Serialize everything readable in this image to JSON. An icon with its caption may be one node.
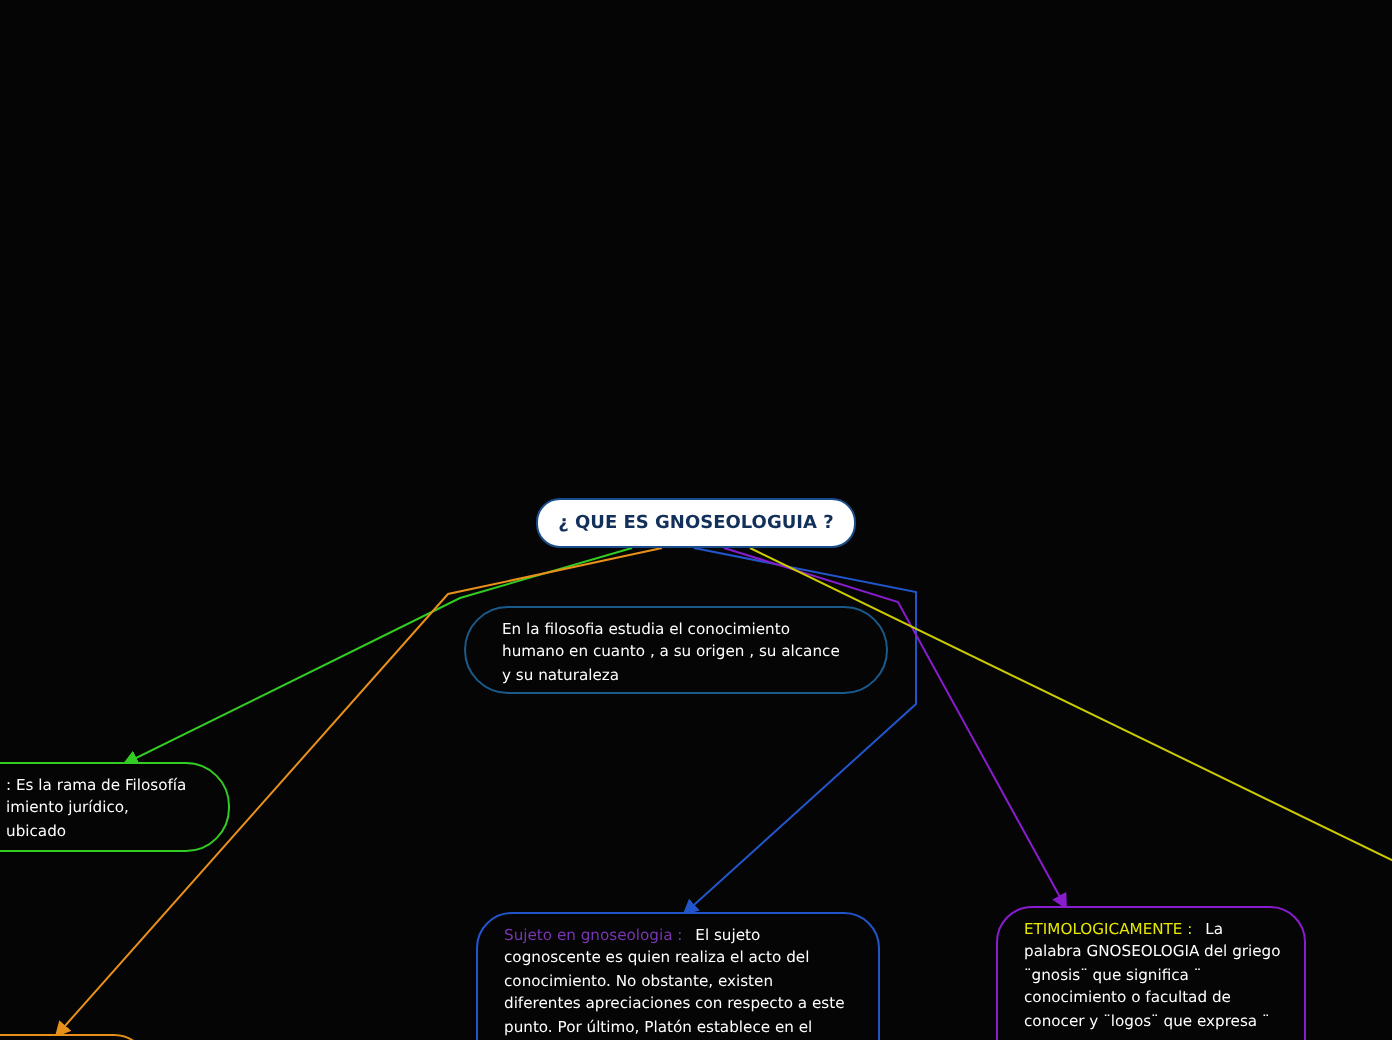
{
  "diagram": {
    "nodes": [
      {
        "text": [
          "¿ QUE ES GNOSEOLOGUIA ?"
        ]
      },
      {
        "text": [
          "En la  filosofia estudia el conocimiento humano en cuanto , a su origen , su alcance y su naturaleza"
        ]
      },
      {
        "text": [
          ": Es la rama de Filosofía imiento jurídico, ubicado"
        ]
      },
      {
        "text": [],
        "shape": "box"
      },
      {
        "text": [
          "Sujeto en gnoseologia :",
          "El sujeto cognoscente es quien realiza el acto del conocimiento. No obstante, existen diferentes apreciaciones con respecto a este punto. Por último, Platón establece en el mundo de las ideas dos"
        ]
      },
      {
        "text": [
          "ETIMOLOGICAMENTE :",
          "La palabra GNOSEOLOGIA del griego ¨gnosis¨ que significa ¨ conocimiento o facultad de conocer y ¨logos¨ que expresa ¨"
        ]
      }
    ],
    "edges": [
      {
        "from": 0,
        "to": 2,
        "arrow": "to",
        "color": "#33cc22"
      },
      {
        "from": 0,
        "to": 3,
        "arrow": "to",
        "color": "#e8901a"
      },
      {
        "from": 0,
        "to": 4,
        "arrow": "to",
        "color": "#2255cc"
      },
      {
        "from": 0,
        "to": 5,
        "arrow": "to",
        "color": "#8a1ccf"
      },
      {
        "from": 0,
        "to": null,
        "arrow": "none",
        "color": "#cccc00"
      }
    ]
  }
}
